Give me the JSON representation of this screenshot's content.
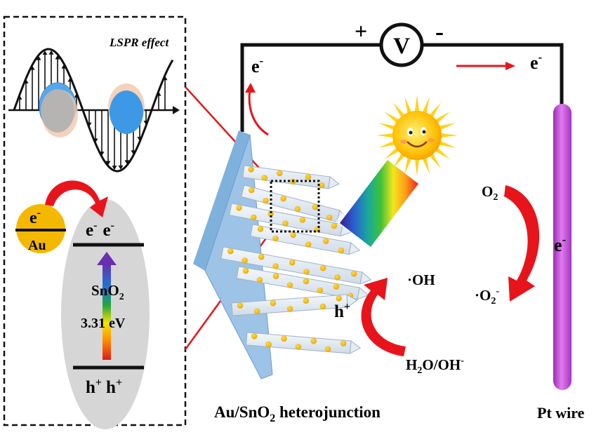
{
  "inset": {
    "lspr_label": "LSPR effect",
    "au_electron": "e",
    "au_electron_sup": "-",
    "au_label": "Au",
    "cb_electrons": [
      {
        "base": "e",
        "sup": "-"
      },
      {
        "base": "e",
        "sup": "-"
      }
    ],
    "semiconductor_base": "SnO",
    "semiconductor_sub": "2",
    "bandgap": "3.31 eV",
    "vb_holes": [
      {
        "base": "h",
        "sup": "+"
      },
      {
        "base": "h",
        "sup": "+"
      }
    ]
  },
  "circuit": {
    "plus": "+",
    "minus": "-",
    "voltmeter": "V",
    "electron_left": {
      "base": "e",
      "sup": "-"
    },
    "electron_right": {
      "base": "e",
      "sup": "-"
    }
  },
  "reactions": {
    "hydroxyl": "·OH",
    "hole": {
      "base": "h",
      "sup": "+"
    },
    "water": {
      "base": "H",
      "mid": "2",
      "rest": "O/OH",
      "sup": "-"
    },
    "oxygen": {
      "base": "O",
      "sub": "2"
    },
    "superoxide": {
      "base": "·O",
      "sub": "2",
      "sup": "-"
    },
    "pt_electron": {
      "base": "e",
      "sup": "-"
    }
  },
  "captions": {
    "heterojunction_base": "Au/SnO",
    "heterojunction_sub": "2",
    "heterojunction_rest": " heterojunction",
    "pt_wire": "Pt wire"
  },
  "colors": {
    "gold": "#F5B800",
    "red": "#E8141B",
    "pt_wire": "#CC55E0",
    "ellipse": "#D6D6D6",
    "substrate": "#9DC3E6"
  }
}
